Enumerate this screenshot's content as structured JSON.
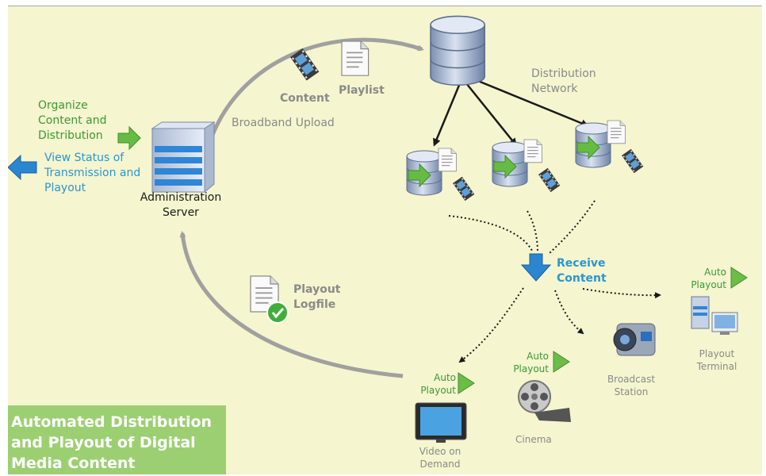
{
  "title": "Automated Distribution and Playout of Digital Media Content",
  "labels": {
    "organize": "Organize Content and Distribution",
    "view_status": "View Status of Transmission and Playout",
    "admin_server": "Administration Server",
    "content": "Content",
    "playlist": "Playlist",
    "broadband_upload": "Broadband Upload",
    "distribution_network": "Distribution Network",
    "receive_content": "Receive Content",
    "playout_logfile": "Playout Logfile",
    "auto_playout": "Auto Playout",
    "video_on_demand": "Video on Demand",
    "cinema": "Cinema",
    "broadcast_station": "Broadcast Station",
    "playout_terminal": "Playout Terminal"
  },
  "colors": {
    "background": "#f5f5cf",
    "title_box": "#9ccf72",
    "label_green": "#3c9a34",
    "label_blue": "#2a97cf",
    "label_grey": "#8a8a8a",
    "arrow_grey": "#a0a0a0"
  },
  "icons": [
    "server-icon",
    "database-icon",
    "film-icon",
    "document-icon",
    "checkmark-icon",
    "monitor-icon",
    "film-reel-icon",
    "camera-icon",
    "terminal-icon",
    "play-icon"
  ]
}
